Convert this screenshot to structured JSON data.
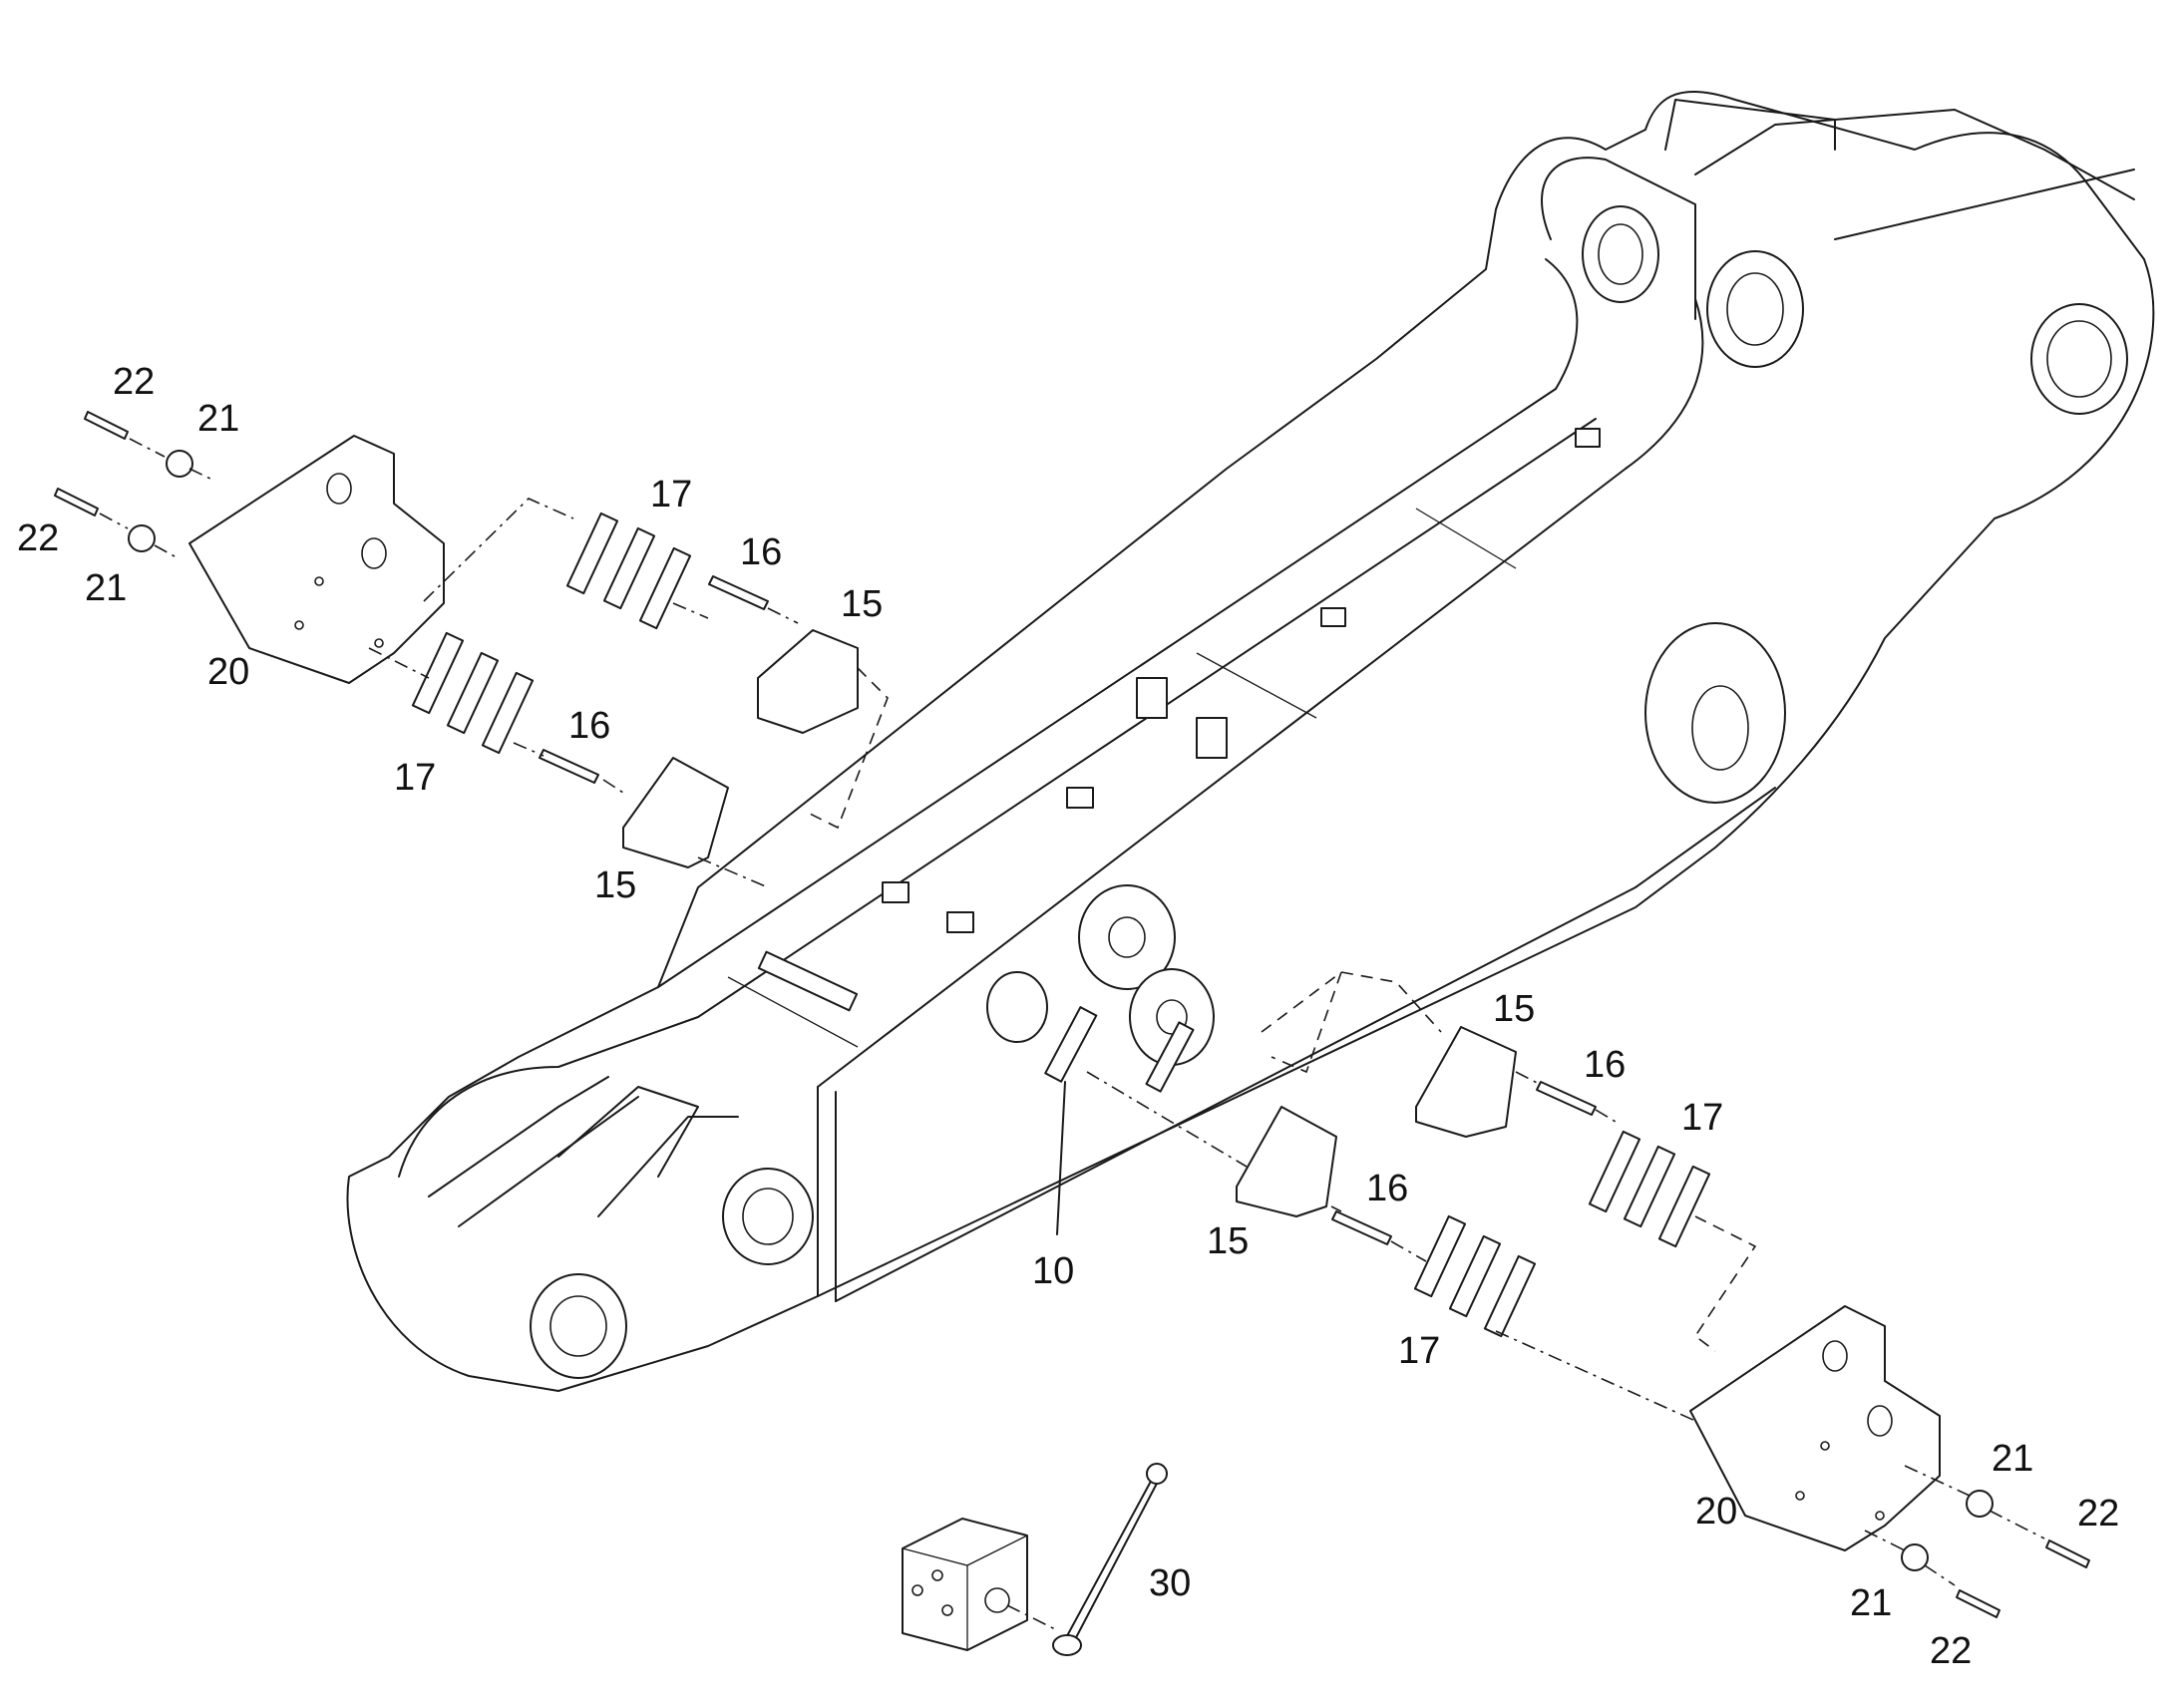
{
  "diagram": {
    "callouts": {
      "c10": "10",
      "c15": "15",
      "c16": "16",
      "c17": "17",
      "c20": "20",
      "c21": "21",
      "c22": "22",
      "c30": "30"
    }
  }
}
